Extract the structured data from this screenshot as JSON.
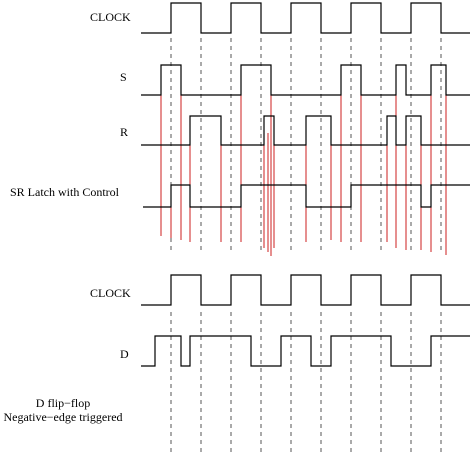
{
  "labels": {
    "clock_top": "CLOCK",
    "s": "S",
    "r": "R",
    "sr_latch": "SR Latch with Control",
    "clock_bottom": "CLOCK",
    "d": "D",
    "dff_line1": "D flip−flop",
    "dff_line2": "Negative−edge triggered"
  },
  "colors": {
    "signal": "#000000",
    "guide": "#555555",
    "transition_marker": "#cc1f1f"
  }
}
